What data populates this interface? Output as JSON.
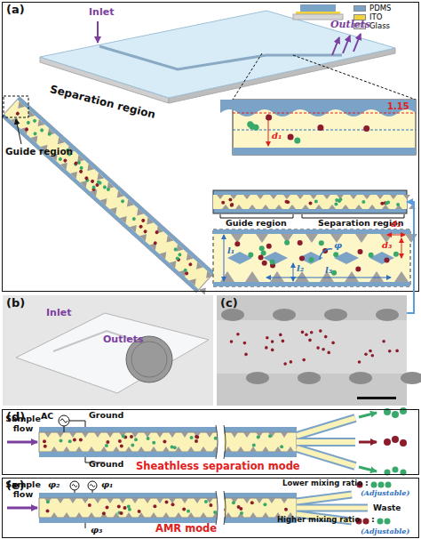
{
  "diagram": {
    "nodes": [
      {
        "text": [
          "(a)"
        ]
      },
      {
        "text": [
          "Guide region",
          "Separation region"
        ],
        "in": 0
      },
      {
        "text": [
          "(b)"
        ]
      },
      {
        "text": [
          "(c)"
        ]
      },
      {
        "text": [
          "(d)",
          "Sheathless separation mode"
        ]
      },
      {
        "text": [
          "(e)",
          "AMR mode"
        ]
      }
    ],
    "edges": [
      {
        "from": 3,
        "to": 1,
        "arrow": "to"
      }
    ],
    "labels": [
      "Inlet",
      "Outlets",
      "Guide region",
      "Separation region",
      "1.15",
      "d₁",
      "l₁",
      "l₂",
      "l₃",
      "φ",
      "d₂",
      "d₃",
      "Inlet",
      "Outlets",
      "Sample flow",
      "AC",
      "Ground",
      "Ground",
      "Sample flow",
      "φ₂",
      "φ₁",
      "φ₃",
      "Lower mixing ratio",
      ":",
      "(Adjustable)",
      "Waste",
      "Higher mixing ratio",
      ":",
      "(Adjustable)"
    ],
    "legend": [
      {
        "text": "PDMS",
        "color": "#7ba3c8"
      },
      {
        "text": "ITO",
        "color": "#f2d33c"
      },
      {
        "text": "Glass",
        "color": "#d6d6d6"
      }
    ]
  }
}
